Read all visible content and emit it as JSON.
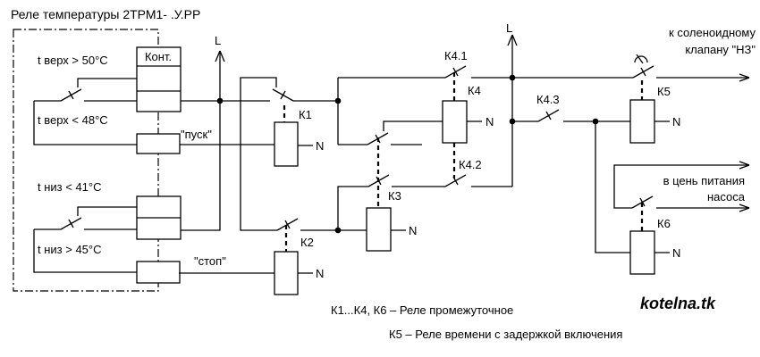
{
  "colors": {
    "background": "#ffffff",
    "line": "#000000"
  },
  "title": "Реле температуры 2ТРМ1- .У.РР",
  "trm": {
    "contact_block_label": "Конт.",
    "cond_upper_on": "t верх > 50°С",
    "cond_upper_off": "t верх < 48°С",
    "cond_lower_on": "t низ < 41°С",
    "cond_lower_off": "t низ > 45°С",
    "start_label": "\"пуск\"",
    "stop_label": "\"стоп\""
  },
  "power": {
    "phase": "L",
    "neutral": "N"
  },
  "relays": {
    "k1": "К1",
    "k2": "К2",
    "k3": "К3",
    "k4": "К4",
    "k4_1": "К4.1",
    "k4_2": "К4.2",
    "k4_3": "К4.3",
    "k5": "К5",
    "k6": "К6"
  },
  "outputs": {
    "solenoid_line1": "к соленоидному",
    "solenoid_line2": "клапану \"НЗ\"",
    "pump_line1": "в цень питания",
    "pump_line2": "насоса"
  },
  "legend": {
    "intermediate": "К1...К4, К6 – Реле промежуточное",
    "timer": "К5 – Реле времени с задержкой включения"
  },
  "watermark": "kotelna.tk"
}
